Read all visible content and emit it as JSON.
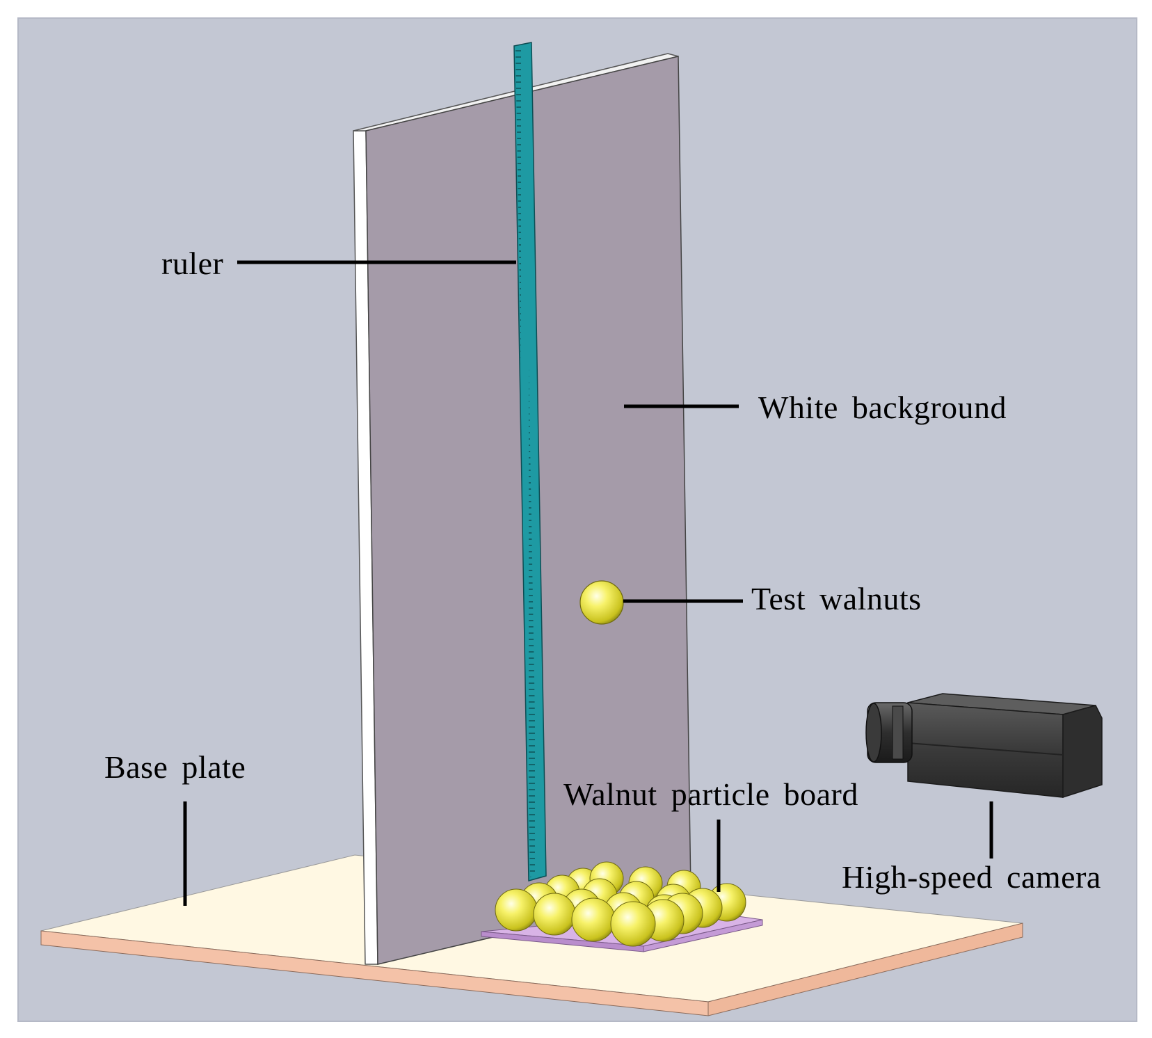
{
  "labels": {
    "ruler": "ruler",
    "white_background": "White background",
    "test_walnuts": "Test walnuts",
    "base_plate": "Base plate",
    "walnut_particle_board": "Walnut particle board",
    "high_speed_camera": "High-speed camera"
  },
  "colors": {
    "scene_background": "#c3c7d3",
    "board_face": "#a59ba9",
    "board_edge": "#ffffff",
    "ruler": "#1e9aa3",
    "base_plate_top": "#fff8e3",
    "base_plate_edge": "#f4c2a8",
    "walnut": "#f0ec5a",
    "particle_board": "#d8b3e6",
    "camera": "#3c3c3c"
  }
}
